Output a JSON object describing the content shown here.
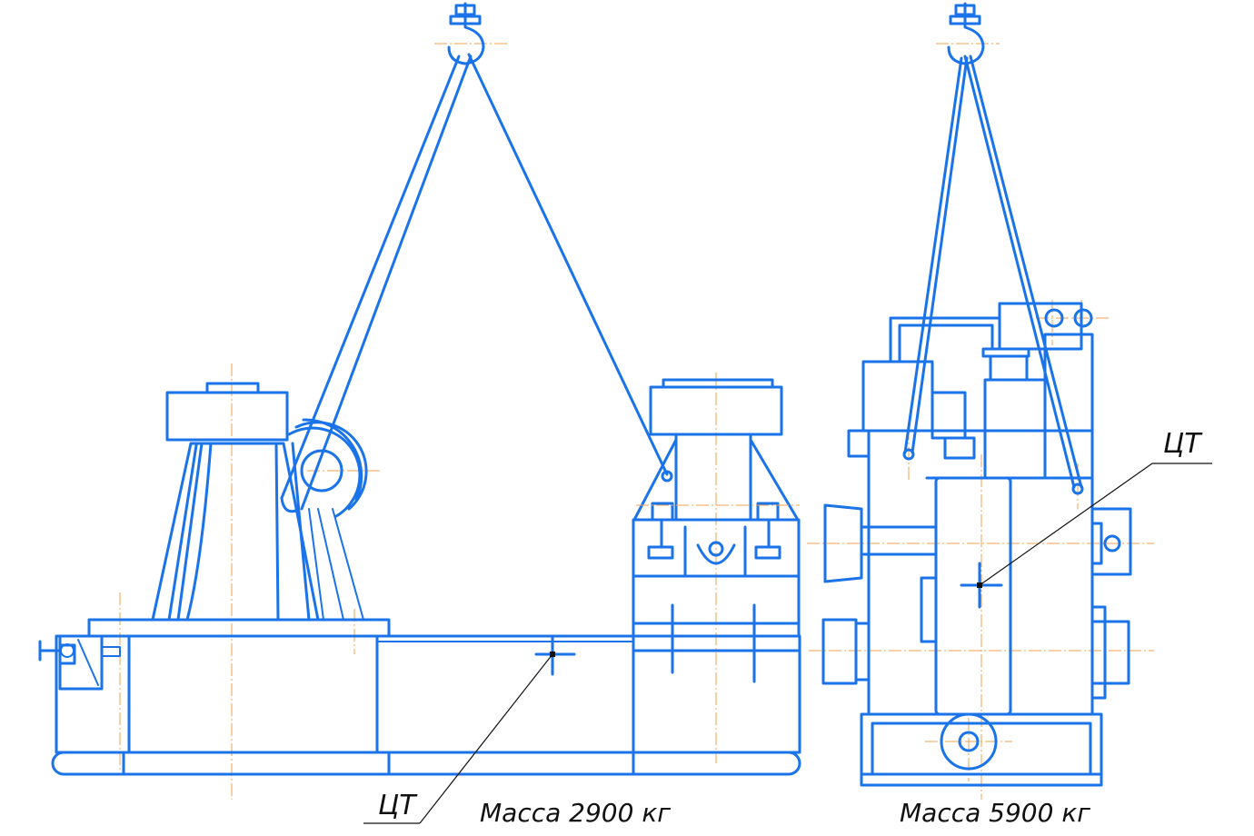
{
  "labels": {
    "cg_left": "ЦТ",
    "mass_left": "Масса 2900 кг",
    "cg_right": "ЦТ",
    "mass_right": "Масса 5900 кг"
  },
  "colors": {
    "line": "#1a73e8",
    "axis": "#f0a050",
    "text": "#111111"
  }
}
